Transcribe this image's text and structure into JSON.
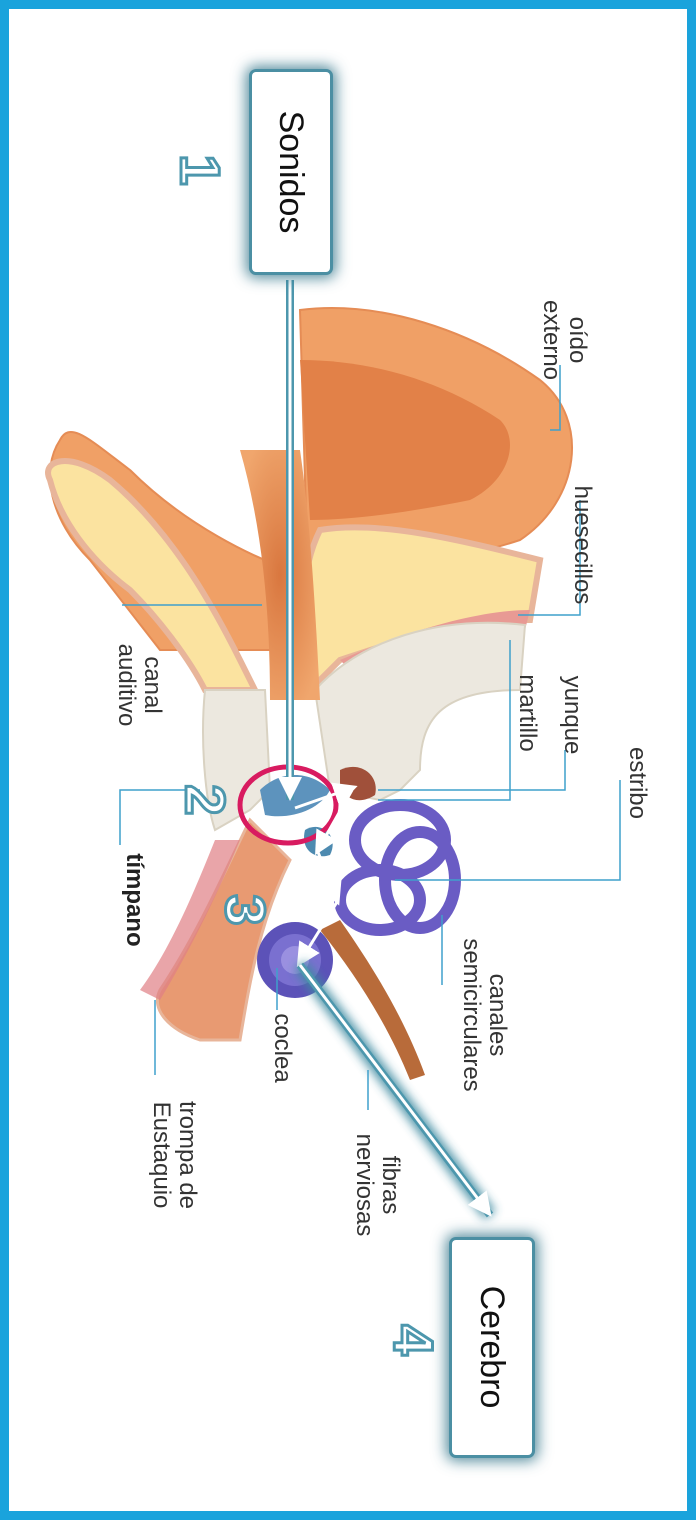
{
  "boxes": {
    "sounds": "Sonidos",
    "brain": "Cerebro"
  },
  "steps": [
    "1",
    "2",
    "3",
    "4"
  ],
  "labels": {
    "outer_ear": [
      "oído",
      "externo"
    ],
    "ossicles": "huesecillos",
    "anvil": "yunque",
    "hammer": "martillo",
    "stirrup": "estribo",
    "ear_canal": [
      "canal",
      "auditivo"
    ],
    "eardrum": "tímpano",
    "semicircular_canals": [
      "canales",
      "semicirculares"
    ],
    "cochlea": "coclea",
    "nerve_fibers": [
      "fibras",
      "nerviosas"
    ],
    "eustachian_tube": [
      "trompa de",
      "Eustaquio"
    ]
  },
  "colors": {
    "frame": "#1aa3dc",
    "flesh": "#e8935e",
    "fat": "#fbe3a0",
    "bone": "#ece8df",
    "labyrinth": "#6a5cc4",
    "eardrum_circle": "#d81b60",
    "arrow": "#ffffff",
    "box_glow": "#4b8fa3"
  }
}
